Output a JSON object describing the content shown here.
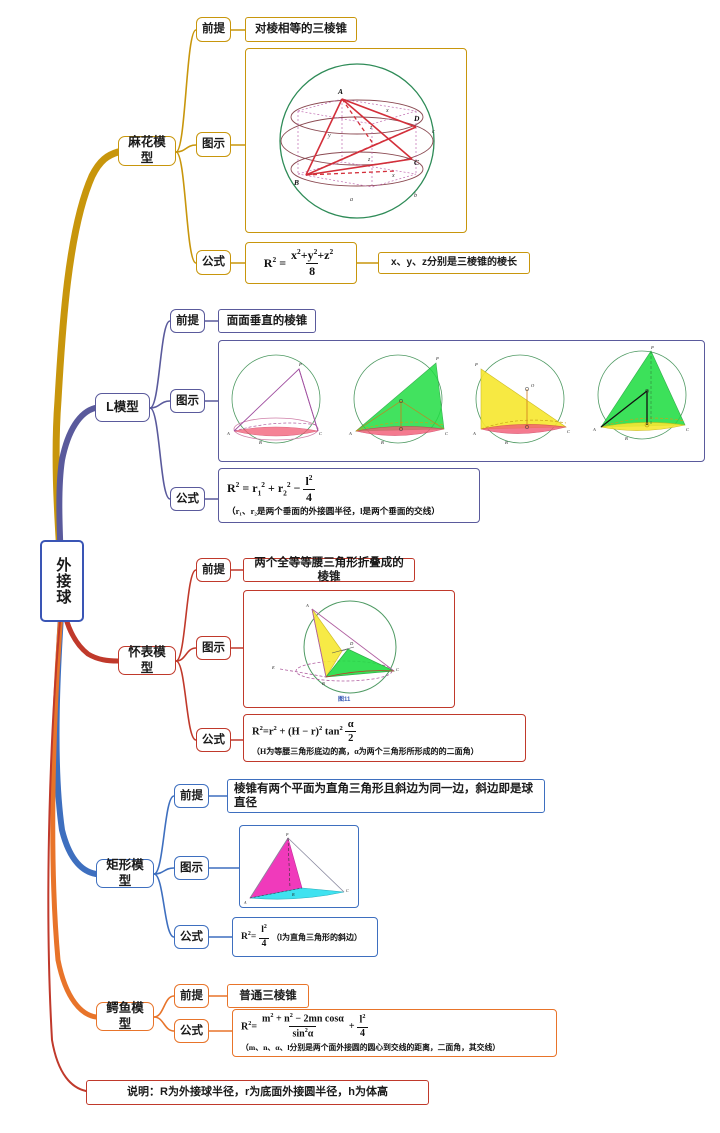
{
  "title": "外接球 思维导图",
  "root": {
    "label": "外接球",
    "color": "#3a55b5"
  },
  "labels": {
    "premise": "前提",
    "diagram": "图示",
    "formula": "公式"
  },
  "branches": [
    {
      "id": "mahua",
      "name": "麻花模型",
      "color": "#c8960c",
      "premise": "对棱相等的三棱锥",
      "diagram_caption": "",
      "formula_main": "R² = (x² + y² + z²) / 8",
      "formula_note": "",
      "extra": "x、y、z分别是三棱锥的棱长"
    },
    {
      "id": "l-model",
      "name": "L模型",
      "color": "#5a5a9c",
      "premise": "面面垂直的棱锥",
      "formula_main": "R² = r₁² + r₂² − l²/4",
      "formula_note": "（r₁、r₂是两个垂面的外接圆半径，l是两个垂面的交线）"
    },
    {
      "id": "watch",
      "name": "怀表模型",
      "color": "#c0392b",
      "premise": "两个全等等腰三角形折叠成的棱锥",
      "diagram_caption": "图11",
      "formula_main": "R² = r² + (H − r)² tan²(α/2)",
      "formula_note": "（H为等腰三角形底边的高，α为两个三角形所形成的的二面角）"
    },
    {
      "id": "rect",
      "name": "矩形模型",
      "color": "#3e6fbf",
      "premise": "棱锥有两个平面为直角三角形且斜边为同一边，斜边即是球直径",
      "formula_main": "R² = l²/4",
      "formula_note": "（l为直角三角形的斜边）"
    },
    {
      "id": "croc",
      "name": "鳄鱼模型",
      "color": "#e8742a",
      "premise": "普通三棱锥",
      "formula_main": "R² = (m² + n² − 2mn cosα) / sin²α + l²/4",
      "formula_note": "（m、n、α、l分别是两个面外接圆的圆心到交线的距离，二面角，其交线）"
    }
  ],
  "footer": {
    "text": "说明：R为外接球半径，r为底面外接圆半径，h为体高",
    "color": "#c0392b"
  },
  "figures": {
    "mahua_vertices": [
      "A",
      "D",
      "B",
      "C"
    ],
    "mahua_edges": [
      "x",
      "y",
      "z",
      "a",
      "b",
      "c"
    ],
    "l_model_panels": 4,
    "l_model_vertices": [
      "A",
      "B",
      "C",
      "P",
      "O"
    ],
    "watch_vertices": [
      "A",
      "B",
      "C",
      "D",
      "O"
    ],
    "rect_vertices": [
      "P",
      "A",
      "B",
      "C"
    ]
  }
}
